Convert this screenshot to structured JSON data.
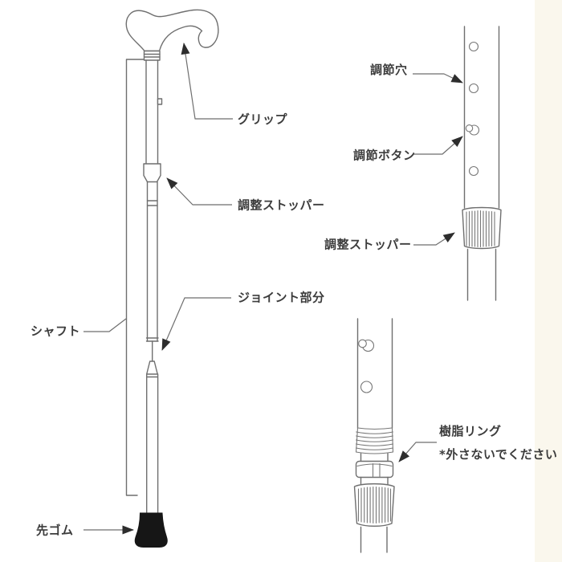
{
  "colors": {
    "background": "#ffffff",
    "line": "#6f6f6f",
    "label_text": "#3c3c3c",
    "arrowhead": "#2d2d2d",
    "rubber_tip": "#161616",
    "right_edge_strip": "#faf7ed"
  },
  "labels": {
    "grip": "グリップ",
    "adjustment_stopper_main": "調整ストッパー",
    "joint": "ジョイント部分",
    "shaft": "シャフト",
    "tip_rubber": "先ゴム",
    "adjustment_hole": "調節穴",
    "adjustment_button": "調節ボタン",
    "adjustment_stopper_detail": "調整ストッパー",
    "resin_ring": "樹脂リング",
    "resin_ring_note": "*外さないでください"
  }
}
